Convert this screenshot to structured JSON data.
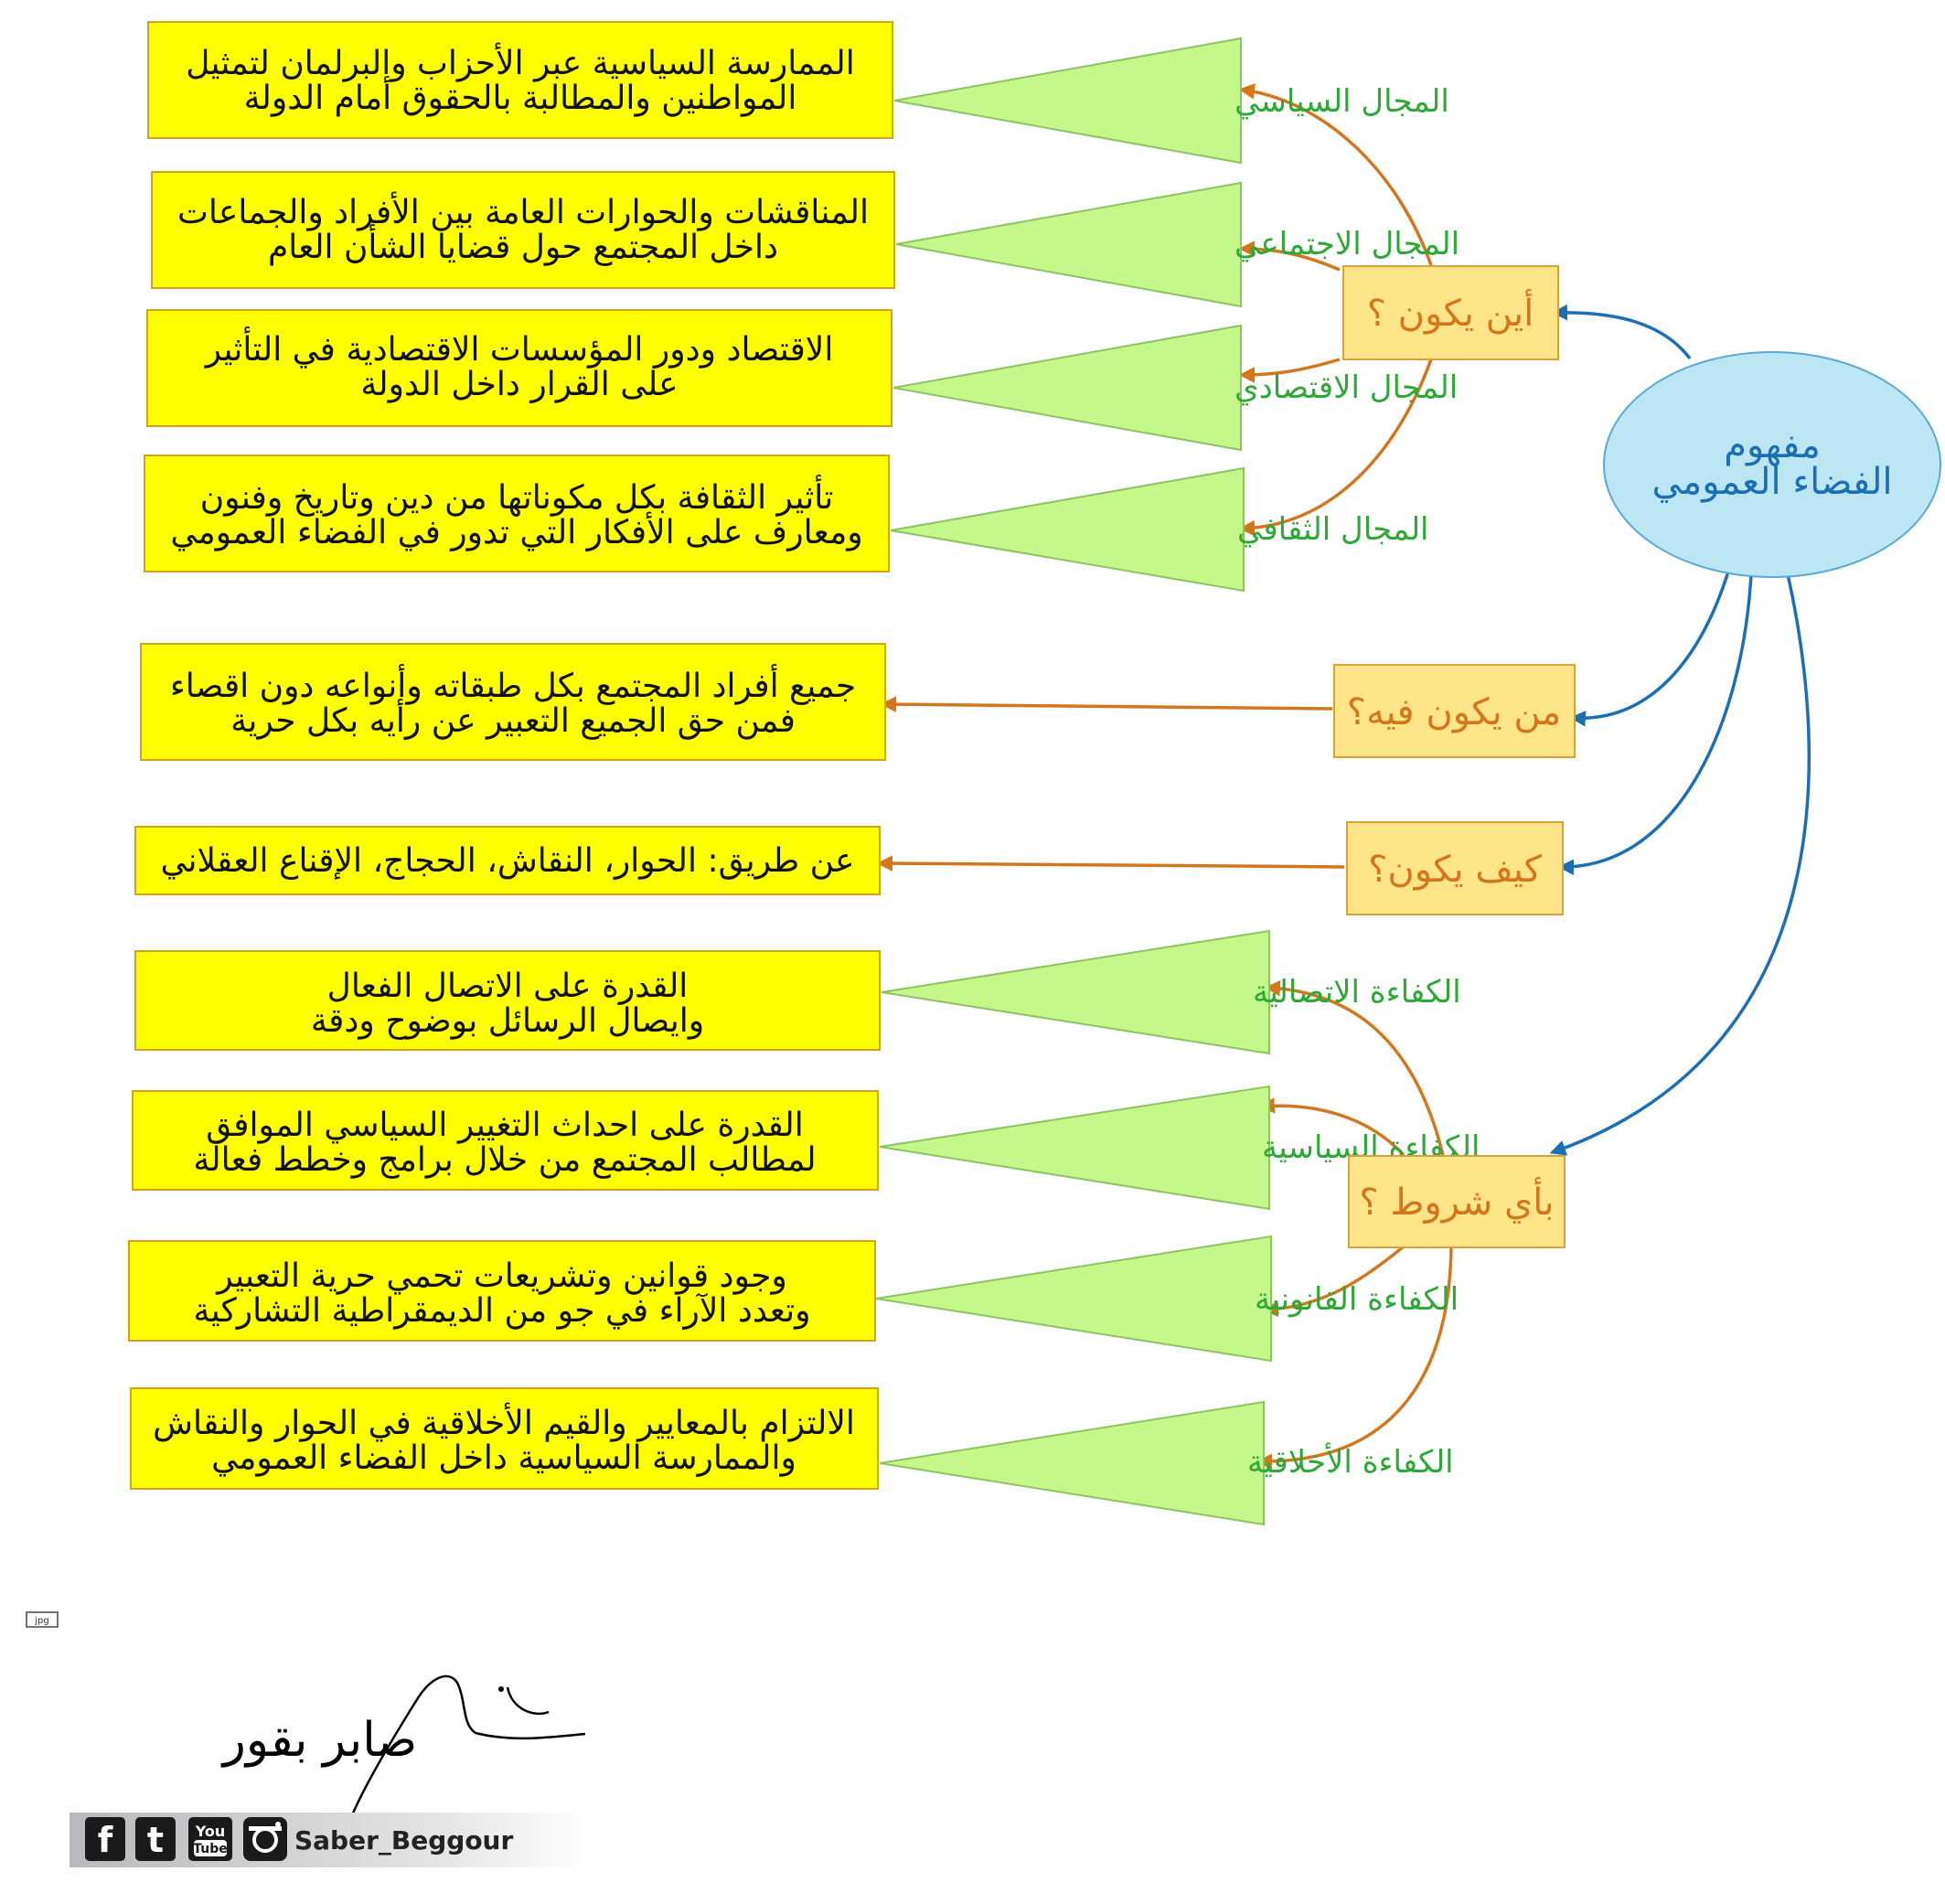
{
  "colors": {
    "desc_fill": "#ffff00",
    "desc_stroke": "#d6a21c",
    "tri_fill": "#c5f88a",
    "tri_stroke": "#8cc460",
    "tri_text": "#2ea836",
    "q_fill": "#ffe58a",
    "q_stroke": "#d9a13a",
    "q_text": "#d4761c",
    "center_fill": "#bde6f4",
    "center_stroke": "#5aa9d6",
    "center_text": "#1b6fb5",
    "arrow_orange": "#d4761c",
    "arrow_blue": "#1b6fb5"
  },
  "center": {
    "line1": "مفهوم",
    "line2": "الفضاء العمومي"
  },
  "questions": {
    "where": "أين يكون ؟",
    "who": "من يكون فيه؟",
    "how": "كيف يكون؟",
    "conditions": "بأي شروط ؟"
  },
  "domains": [
    {
      "label": "المجال السياسي",
      "line1": "الممارسة السياسية عبر الأحزاب والبرلمان لتمثيل",
      "line2": "المواطنين والمطالبة بالحقوق أمام الدولة"
    },
    {
      "label": "المجال الاجتماعي",
      "line1": "المناقشات والحوارات العامة بين الأفراد  والجماعات",
      "line2": "داخل المجتمع حول قضايا الشأن العام"
    },
    {
      "label": "المجال الاقتصادي",
      "line1": "الاقتصاد ودور المؤسسات الاقتصادية في التأثير",
      "line2": "على القرار داخل الدولة"
    },
    {
      "label": "المجال الثقافي",
      "line1": "تأثير الثقافة بكل مكوناتها من دين وتاريخ وفنون",
      "line2": "ومعارف على الأفكار التي تدور في الفضاء العمومي"
    }
  ],
  "who_answer": {
    "line1": "جميع أفراد المجتمع بكل طبقاته وأنواعه دون اقصاء",
    "line2": "فمن حق الجميع التعبير عن رأيه بكل حرية"
  },
  "how_answer": "عن طريق: الحوار، النقاش، الحجاج، الإقناع العقلاني",
  "competencies": [
    {
      "label": "الكفاءة الاتصالية",
      "line1": "القدرة على الاتصال الفعال",
      "line2": "وايصال الرسائل بوضوح ودقة"
    },
    {
      "label": "الكفاءة السياسية",
      "line1": "القدرة على احداث  التغيير السياسي  الموافق",
      "line2": "لمطالب المجتمع من خلال برامج وخطط فعالة"
    },
    {
      "label": "الكفاءة القانونية",
      "line1": "وجود قوانين وتشريعات تحمي حرية التعبير",
      "line2": "وتعدد الآراء في جو من الديمقراطية التشاركية"
    },
    {
      "label": "الكفاءة الأخلاقية",
      "line1": "الالتزام بالمعايير والقيم الأخلاقية في الحوار والنقاش",
      "line2": "والممارسة السياسية داخل الفضاء العمومي"
    }
  ],
  "jpg_tag": "jpg",
  "signature": "صابر بقور",
  "social": {
    "icons": [
      "facebook-icon",
      "tumblr-icon",
      "youtube-icon",
      "instagram-icon"
    ],
    "handle": "Saber_Beggour"
  }
}
